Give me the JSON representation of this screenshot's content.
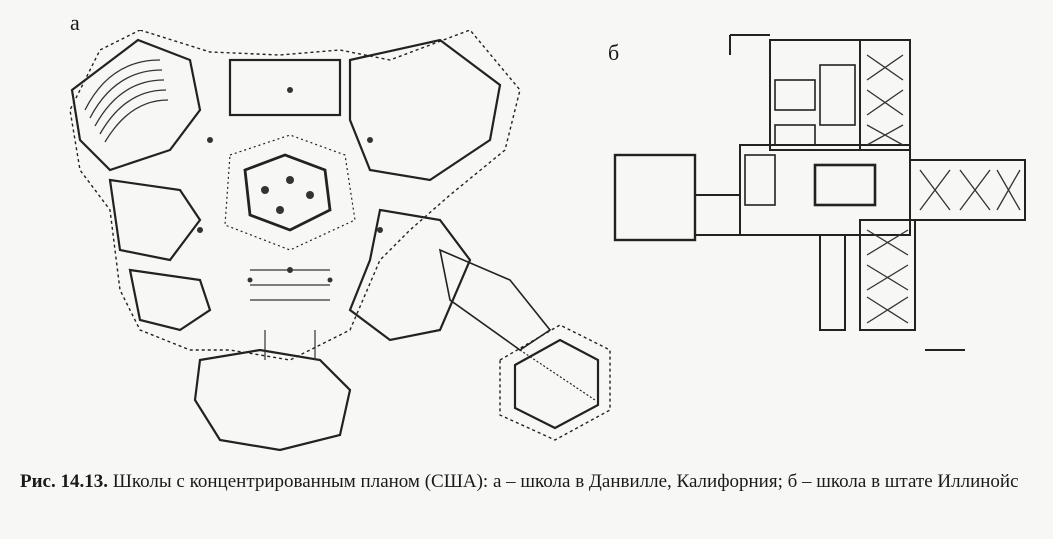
{
  "panels": {
    "a_label": "а",
    "b_label": "б"
  },
  "caption": {
    "figure_number": "Рис. 14.13.",
    "text": " Школы с концентрированным планом (США): а – школа в Данвилле, Калифорния; б – школа в штате Иллинойс"
  }
}
